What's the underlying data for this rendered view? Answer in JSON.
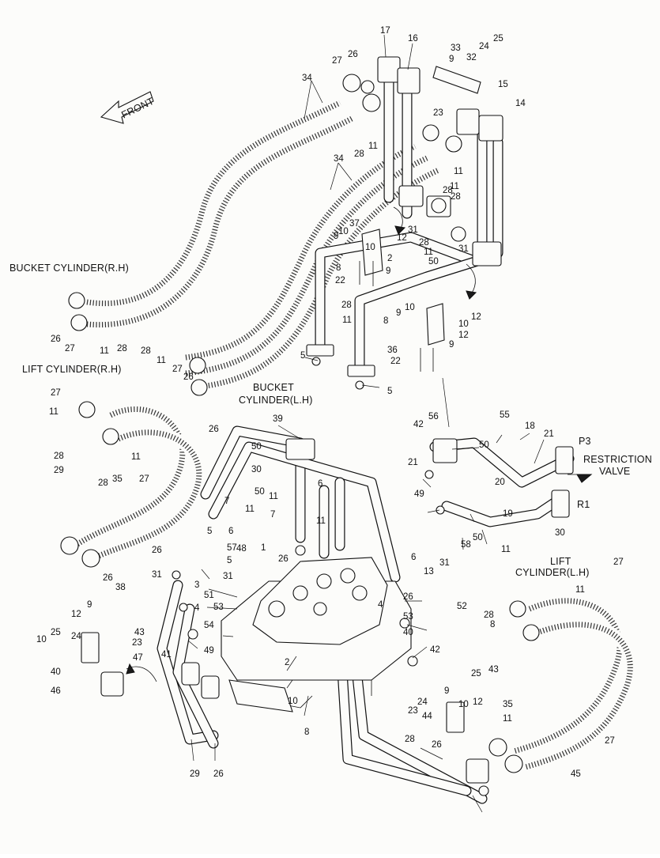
{
  "labels": {
    "front": "FRONT",
    "bucket_rh": "BUCKET CYLINDER(R.H)",
    "lift_rh": "LIFT CYLINDER(R.H)",
    "bucket_lh_1": "BUCKET",
    "bucket_lh_2": "CYLINDER(L.H)",
    "p3": "P3",
    "restriction_1": "RESTRICTION",
    "restriction_2": "VALVE",
    "r1": "R1",
    "lift_lh_1": "LIFT",
    "lift_lh_2": "CYLINDER(L.H)"
  },
  "callouts": [
    {
      "n": "17"
    },
    {
      "n": "16"
    },
    {
      "n": "33"
    },
    {
      "n": "25"
    },
    {
      "n": "24"
    },
    {
      "n": "9"
    },
    {
      "n": "32"
    },
    {
      "n": "27"
    },
    {
      "n": "26"
    },
    {
      "n": "34"
    },
    {
      "n": "15"
    },
    {
      "n": "14"
    },
    {
      "n": "23"
    },
    {
      "n": "11"
    },
    {
      "n": "28"
    },
    {
      "n": "34"
    },
    {
      "n": "11"
    },
    {
      "n": "28"
    },
    {
      "n": "11"
    },
    {
      "n": "28"
    },
    {
      "n": "31"
    },
    {
      "n": "12"
    },
    {
      "n": "37"
    },
    {
      "n": "10"
    },
    {
      "n": "9"
    },
    {
      "n": "10"
    },
    {
      "n": "28"
    },
    {
      "n": "11"
    },
    {
      "n": "50"
    },
    {
      "n": "2"
    },
    {
      "n": "8"
    },
    {
      "n": "9"
    },
    {
      "n": "22"
    },
    {
      "n": "28"
    },
    {
      "n": "11"
    },
    {
      "n": "31"
    },
    {
      "n": "12"
    },
    {
      "n": "10"
    },
    {
      "n": "8"
    },
    {
      "n": "9"
    },
    {
      "n": "10"
    },
    {
      "n": "12"
    },
    {
      "n": "9"
    },
    {
      "n": "36"
    },
    {
      "n": "22"
    },
    {
      "n": "5"
    },
    {
      "n": "5"
    },
    {
      "n": "26"
    },
    {
      "n": "27"
    },
    {
      "n": "11"
    },
    {
      "n": "28"
    },
    {
      "n": "28"
    },
    {
      "n": "11"
    },
    {
      "n": "27"
    },
    {
      "n": "26"
    },
    {
      "n": "26"
    },
    {
      "n": "27"
    },
    {
      "n": "11"
    },
    {
      "n": "28"
    },
    {
      "n": "29"
    },
    {
      "n": "11"
    },
    {
      "n": "28"
    },
    {
      "n": "35"
    },
    {
      "n": "27"
    },
    {
      "n": "26"
    },
    {
      "n": "38"
    },
    {
      "n": "39"
    },
    {
      "n": "50"
    },
    {
      "n": "30"
    },
    {
      "n": "50"
    },
    {
      "n": "6"
    },
    {
      "n": "11"
    },
    {
      "n": "7"
    },
    {
      "n": "6"
    },
    {
      "n": "11"
    },
    {
      "n": "57"
    },
    {
      "n": "7"
    },
    {
      "n": "11"
    },
    {
      "n": "5"
    },
    {
      "n": "48"
    },
    {
      "n": "5"
    },
    {
      "n": "1"
    },
    {
      "n": "26"
    },
    {
      "n": "31"
    },
    {
      "n": "26"
    },
    {
      "n": "31"
    },
    {
      "n": "3"
    },
    {
      "n": "4"
    },
    {
      "n": "51"
    },
    {
      "n": "53"
    },
    {
      "n": "54"
    },
    {
      "n": "49"
    },
    {
      "n": "56"
    },
    {
      "n": "42"
    },
    {
      "n": "55"
    },
    {
      "n": "18"
    },
    {
      "n": "21"
    },
    {
      "n": "50"
    },
    {
      "n": "21"
    },
    {
      "n": "20"
    },
    {
      "n": "49"
    },
    {
      "n": "50"
    },
    {
      "n": "58"
    },
    {
      "n": "19"
    },
    {
      "n": "30"
    },
    {
      "n": "11"
    },
    {
      "n": "6"
    },
    {
      "n": "13"
    },
    {
      "n": "31"
    },
    {
      "n": "26"
    },
    {
      "n": "4"
    },
    {
      "n": "52"
    },
    {
      "n": "53"
    },
    {
      "n": "40"
    },
    {
      "n": "42"
    },
    {
      "n": "41"
    },
    {
      "n": "2"
    },
    {
      "n": "10"
    },
    {
      "n": "8"
    },
    {
      "n": "12"
    },
    {
      "n": "9"
    },
    {
      "n": "10"
    },
    {
      "n": "25"
    },
    {
      "n": "24"
    },
    {
      "n": "43"
    },
    {
      "n": "23"
    },
    {
      "n": "40"
    },
    {
      "n": "46"
    },
    {
      "n": "47"
    },
    {
      "n": "29"
    },
    {
      "n": "26"
    },
    {
      "n": "27"
    },
    {
      "n": "11"
    },
    {
      "n": "28"
    },
    {
      "n": "8"
    },
    {
      "n": "43"
    },
    {
      "n": "25"
    },
    {
      "n": "9"
    },
    {
      "n": "10"
    },
    {
      "n": "12"
    },
    {
      "n": "24"
    },
    {
      "n": "44"
    },
    {
      "n": "23"
    },
    {
      "n": "35"
    },
    {
      "n": "11"
    },
    {
      "n": "28"
    },
    {
      "n": "26"
    },
    {
      "n": "27"
    },
    {
      "n": "45"
    }
  ]
}
